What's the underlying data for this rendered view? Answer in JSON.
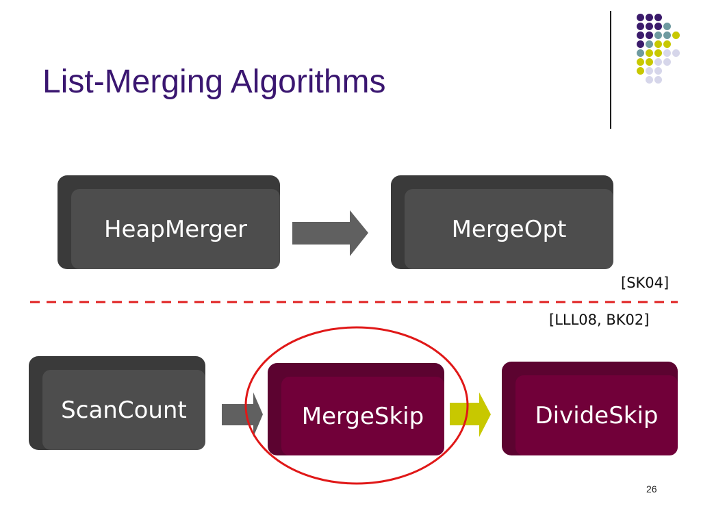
{
  "slide": {
    "title": "List-Merging Algorithms",
    "page_number": "26"
  },
  "references": {
    "top": "[SK04]",
    "bottom": "[LLL08, BK02]"
  },
  "nodes": {
    "heap_merger": "HeapMerger",
    "merge_opt": "MergeOpt",
    "scan_count": "ScanCount",
    "merge_skip": "MergeSkip",
    "divide_skip": "DivideSkip"
  },
  "colors": {
    "title": "#3a1670",
    "grey_box": "#4d4d4d",
    "wine_box": "#710039",
    "grey_arrow": "#606060",
    "yellow_arrow": "#c8c800",
    "divider": "#e02020",
    "highlight_circle": "#e01818",
    "dot_purple": "#3b1b6b",
    "dot_teal": "#6e9aa0",
    "dot_yellow": "#c8c800",
    "dot_lavender": "#d6d6ea"
  }
}
